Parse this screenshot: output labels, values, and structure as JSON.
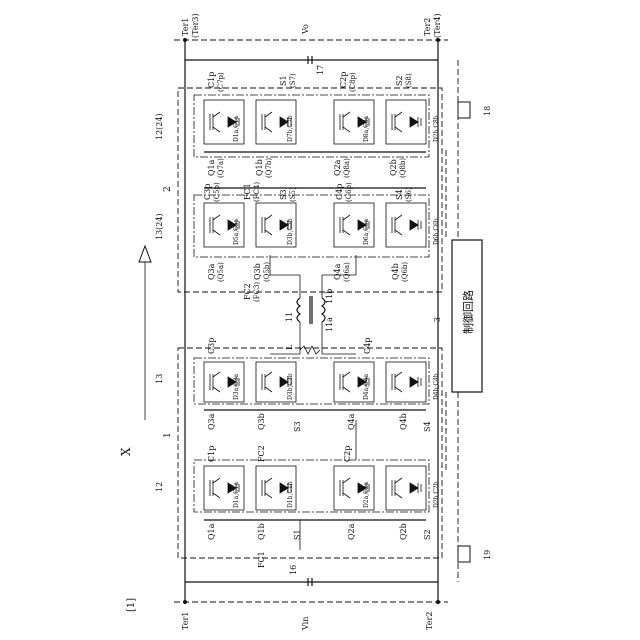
{
  "figure_label": "[1]",
  "arrow_label": "X",
  "top_bar": {
    "ter1": "Ter1",
    "ter3": "(Ter3)",
    "ter2": "Ter2",
    "ter4": "(Ter4)",
    "vo": "Vo",
    "cap_17": "17"
  },
  "bottom_bar": {
    "ter1": "Ter1",
    "ter2": "Ter2",
    "vin": "Vin",
    "cap_16": "16"
  },
  "labels": {
    "converter_1": "1",
    "converter_2": "2",
    "control_3": "3",
    "control_text": "制御回路",
    "transformer_11": "11",
    "winding_11a": "11a",
    "winding_11b": "11b",
    "inductor_L": "L",
    "module_12": "12",
    "module_13": "13",
    "module_12_24": "12(24)",
    "module_13_24": "13(24)",
    "sensor_18": "18",
    "sensor_19": "19"
  },
  "primary": {
    "top_row": {
      "C3p": "C3p",
      "C4p": "C4p",
      "D3aC3a": "D3a,C3a",
      "D3bC3b": "D3b,C3b",
      "D4aC4a": "D4a,C4a",
      "D4bC4b": "D4b,C4b",
      "Q3a": "Q3a",
      "Q3b": "Q3b",
      "Q4a": "Q4a",
      "Q4b": "Q4b",
      "S3": "S3",
      "S4": "S4"
    },
    "bottom_row": {
      "C1p": "C1p",
      "C2p": "C2p",
      "FC2": "FC2",
      "FC1": "FC1",
      "D1aC1a": "D1a,C1a",
      "D1bC1b": "D1b,C1b",
      "D2aC2a": "D2a,C2a",
      "D2bC2b": "D2b,C2b",
      "Q1a": "Q1a",
      "Q1b": "Q1b",
      "Q2a": "Q2a",
      "Q2b": "Q2b",
      "S1": "S1",
      "S2": "S2"
    }
  },
  "secondary": {
    "top_row": {
      "C1p": "C1p",
      "C7p": "(C7p)",
      "C2p": "C2p",
      "C8p": "(C8p)",
      "S1": "S1",
      "S7": "(S7)",
      "S2": "S2",
      "S8": "(S8)",
      "D1aC1a": "D1a,C1a",
      "D7bC7b": "D7b,C7b",
      "D8aC8a": "D8a,C8a",
      "D2bC8b": "D2b,C8b",
      "Q1a": "Q1a",
      "Q7a": "(Q7a)",
      "Q1b": "Q1b",
      "Q7b": "(Q7b)",
      "Q2a": "Q2a",
      "Q8a": "(Q8a)",
      "Q2b": "Q2b",
      "Q8b": "(Q8b)",
      "FC1": "FC1",
      "FC4": "(FC4)"
    },
    "bottom_row": {
      "C3p": "C3p",
      "C5p": "(C5p)",
      "C4p": "C4p",
      "C6p": "(C6p)",
      "S3": "S3",
      "S5": "(S5)",
      "S4": "S4",
      "S6": "(S6)",
      "D5aC5a": "D5a,C5a",
      "D3bC5b": "D3b,C5b",
      "D6aC6a": "D6a,C6a",
      "D6bC6b": "D6b,C6b",
      "Q3a": "Q3a",
      "Q5a": "(Q5a)",
      "Q3b": "Q3b",
      "Q5b": "(Q5b)",
      "Q4a": "Q4a",
      "Q6a": "(Q6a)",
      "Q4b": "Q4b",
      "Q6b": "(Q6b)",
      "FC2": "FC2",
      "FC3": "(FC3)"
    }
  }
}
